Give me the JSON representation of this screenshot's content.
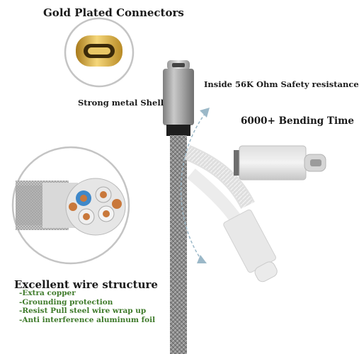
{
  "labels": {
    "gold_connectors": "Gold Plated Connectors",
    "metal_shell": "Strong metal Shell",
    "resistance": "Inside 56K Ohm Safety resistance",
    "bending": "6000+ Bending Time",
    "wire_structure": "Excellent wire structure"
  },
  "features": [
    "-Extra copper",
    "-Grounding protection",
    "-Resist Pull steel wire  wrap up",
    "-Anti interference aluminum foil"
  ],
  "colors": {
    "feature_text": "#3e7a2a",
    "connector_gold": "#d9b24a",
    "shell_gray": "#9a9a9a",
    "braid_gray": "#7d7d7d"
  },
  "icons": [
    "curved-arrow-icon"
  ]
}
